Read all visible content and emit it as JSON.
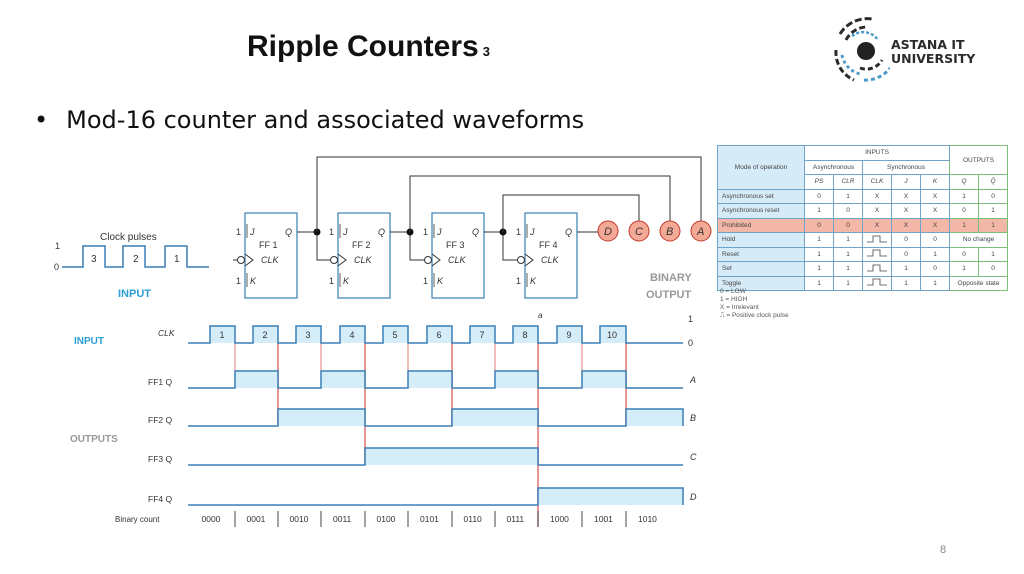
{
  "slide": {
    "title": "Ripple Counters",
    "title_sub": "3",
    "bullet": "Mod-16 counter and associated waveforms",
    "page_number": "8"
  },
  "logo": {
    "line1": "ASTANA IT",
    "line2": "UNIVERSITY"
  },
  "input_clock": {
    "caption": "Clock pulses",
    "level_high": "1",
    "level_low": "0",
    "pulses": [
      "3",
      "2",
      "1"
    ],
    "label": "INPUT"
  },
  "circuit": {
    "flip_flops": [
      {
        "name": "FF 1",
        "j": "J",
        "k": "K",
        "q": "Q",
        "clk": "CLK",
        "j_in": "1",
        "k_in": "1"
      },
      {
        "name": "FF 2",
        "j": "J",
        "k": "K",
        "q": "Q",
        "clk": "CLK",
        "j_in": "1",
        "k_in": "1"
      },
      {
        "name": "FF 3",
        "j": "J",
        "k": "K",
        "q": "Q",
        "clk": "CLK",
        "j_in": "1",
        "k_in": "1"
      },
      {
        "name": "FF 4",
        "j": "J",
        "k": "K",
        "q": "Q",
        "clk": "CLK",
        "j_in": "1",
        "k_in": "1"
      }
    ],
    "outputs": [
      "D",
      "C",
      "B",
      "A"
    ],
    "output_label_1": "BINARY",
    "output_label_2": "OUTPUT"
  },
  "truth_table": {
    "header_mode": "Mode of operation",
    "header_inputs": "INPUTS",
    "header_async": "Asynchronous",
    "header_sync": "Synchronous",
    "header_outputs": "OUTPUTS",
    "columns": [
      "PS",
      "CLR",
      "CLK",
      "J",
      "K",
      "Q",
      "Q̄"
    ],
    "rows": [
      {
        "mode": "Asynchronous set",
        "ps": "0",
        "clr": "1",
        "clk": "X",
        "j": "X",
        "k": "X",
        "q": "1",
        "qn": "0"
      },
      {
        "mode": "Asynchronous reset",
        "ps": "1",
        "clr": "0",
        "clk": "X",
        "j": "X",
        "k": "X",
        "q": "0",
        "qn": "1"
      },
      {
        "mode": "Prohibited",
        "ps": "0",
        "clr": "0",
        "clk": "X",
        "j": "X",
        "k": "X",
        "q": "1",
        "qn": "1"
      },
      {
        "mode": "Hold",
        "ps": "1",
        "clr": "1",
        "clk": "pulse",
        "j": "0",
        "k": "0",
        "out": "No change"
      },
      {
        "mode": "Reset",
        "ps": "1",
        "clr": "1",
        "clk": "pulse",
        "j": "0",
        "k": "1",
        "q": "0",
        "qn": "1"
      },
      {
        "mode": "Set",
        "ps": "1",
        "clr": "1",
        "clk": "pulse",
        "j": "1",
        "k": "0",
        "q": "1",
        "qn": "0"
      },
      {
        "mode": "Toggle",
        "ps": "1",
        "clr": "1",
        "clk": "pulse",
        "j": "1",
        "k": "1",
        "out": "Opposite state"
      }
    ],
    "legend": [
      "0   = LOW",
      "1   = HIGH",
      "X   = Irrelevant",
      "⎍  = Positive clock pulse"
    ]
  },
  "waveforms": {
    "input_label": "INPUT",
    "outputs_label": "OUTPUTS",
    "marker": "a",
    "level_high": "1",
    "level_low": "0",
    "signals": [
      {
        "name": "CLK",
        "right_label": "",
        "pulses": [
          "1",
          "2",
          "3",
          "4",
          "5",
          "6",
          "7",
          "8",
          "9",
          "10"
        ]
      },
      {
        "name": "FF1 Q",
        "right_label": "A",
        "states": [
          0,
          1,
          0,
          1,
          0,
          1,
          0,
          1,
          0,
          1,
          0
        ]
      },
      {
        "name": "FF2 Q",
        "right_label": "B",
        "states": [
          0,
          0,
          1,
          1,
          0,
          0,
          1,
          1,
          0,
          0,
          1
        ]
      },
      {
        "name": "FF3 Q",
        "right_label": "C",
        "states": [
          0,
          0,
          0,
          0,
          1,
          1,
          1,
          1,
          0,
          0,
          0
        ]
      },
      {
        "name": "FF4 Q",
        "right_label": "D",
        "states": [
          0,
          0,
          0,
          0,
          0,
          0,
          0,
          0,
          1,
          1,
          1
        ]
      }
    ],
    "binary_count_label": "Binary count",
    "binary_count": [
      "0000",
      "0001",
      "0010",
      "0011",
      "0100",
      "0101",
      "0110",
      "0111",
      "1000",
      "1001",
      "1010"
    ]
  },
  "colors": {
    "wave_line": "#3a7fb5",
    "wave_fill": "#d5ecf9",
    "edge_red": "#e07a7a",
    "output_circle": "#f4a996",
    "output_circle_stroke": "#c0392b",
    "input_label": "#2a9fd6",
    "outputs_label": "#999999"
  }
}
